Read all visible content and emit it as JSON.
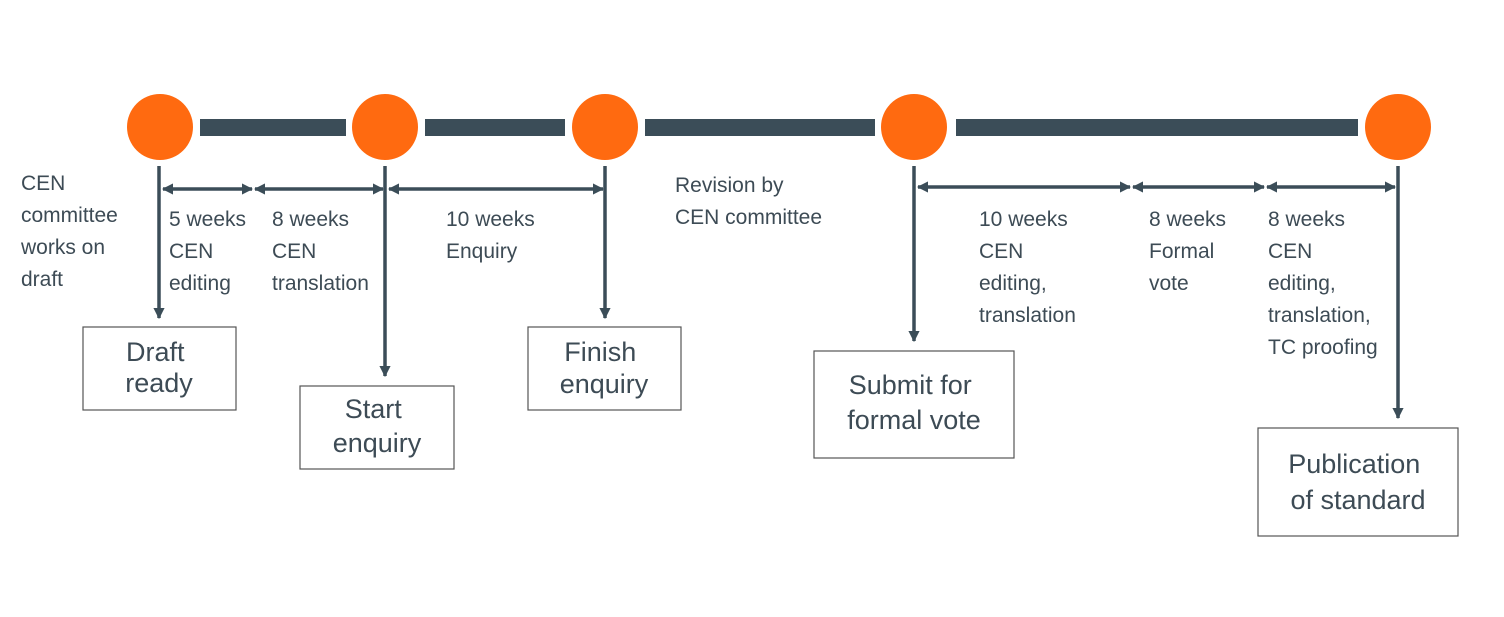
{
  "colors": {
    "milestone": "#ff6a10",
    "line": "#3b4d58",
    "text": "#3d4b55",
    "box_border": "#555555"
  },
  "notes": {
    "committee": [
      "CEN",
      "committee",
      "works on",
      "draft"
    ],
    "revision": [
      "Revision by",
      "CEN committee"
    ]
  },
  "durations": [
    {
      "lines": [
        "5 weeks",
        "CEN",
        "editing"
      ]
    },
    {
      "lines": [
        "8 weeks",
        "CEN",
        "translation"
      ]
    },
    {
      "lines": [
        "10 weeks",
        "Enquiry"
      ]
    },
    {
      "lines": [
        "10 weeks",
        "CEN",
        "editing,",
        "translation"
      ]
    },
    {
      "lines": [
        "8 weeks",
        "Formal",
        "vote"
      ]
    },
    {
      "lines": [
        "8 weeks",
        "CEN",
        "editing,",
        "translation,",
        "TC proofing"
      ]
    }
  ],
  "milestones": [
    {
      "lines": [
        "Draft",
        "ready"
      ]
    },
    {
      "lines": [
        "Start",
        "enquiry"
      ]
    },
    {
      "lines": [
        "Finish",
        "enquiry"
      ]
    },
    {
      "lines": [
        "Submit for",
        "formal vote"
      ]
    },
    {
      "lines": [
        "Publication",
        "of standard"
      ]
    }
  ]
}
